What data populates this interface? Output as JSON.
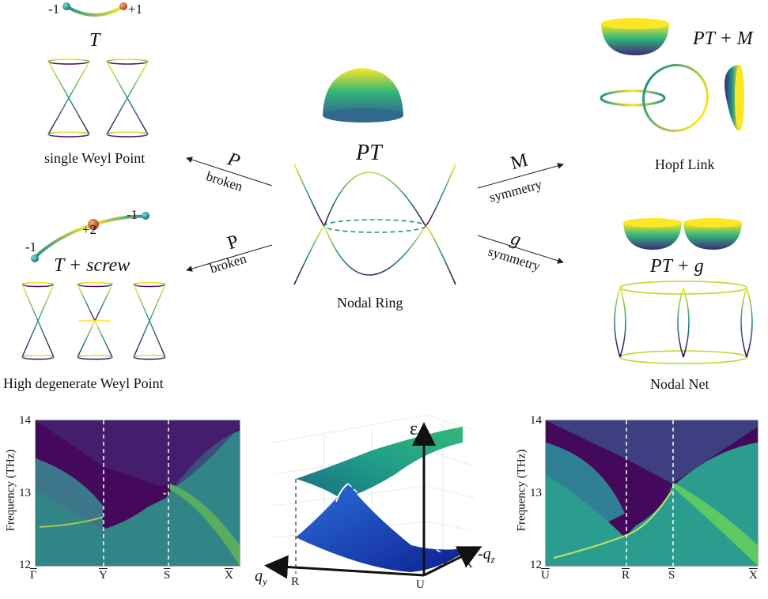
{
  "top": {
    "center": {
      "title": "PT",
      "caption": "Nodal Ring"
    },
    "left_top": {
      "symbol": "T",
      "caption": "single Weyl Point",
      "charge_left": "-1",
      "charge_right": "+1"
    },
    "left_bottom": {
      "symbol": "T + screw",
      "caption": "High degenerate Weyl Point",
      "charge_left": "-1",
      "charge_mid": "+2",
      "charge_right": "-1"
    },
    "right_top": {
      "symbol": "PT + M",
      "caption": "Hopf Link"
    },
    "right_bottom": {
      "symbol": "PT + g",
      "caption": "Nodal Net"
    },
    "arrows": {
      "upper_left": {
        "top": "P",
        "bottom": "broken"
      },
      "lower_left": {
        "top": "P",
        "bottom": "broken"
      },
      "upper_right": {
        "top": "M",
        "bottom": "symmetry"
      },
      "lower_right": {
        "top": "g",
        "bottom": "symmetry"
      }
    }
  },
  "bottom": {
    "left_plot": {
      "ylabel": "Frequency (THz)",
      "yticks": [
        "14",
        "13",
        "12"
      ],
      "xticks": [
        "Γ",
        "Y",
        "S",
        "X"
      ]
    },
    "middle_plot": {
      "axis_e": "ε",
      "axis_qy": "q",
      "axis_qy_sub": "y",
      "axis_qz": "-q",
      "axis_qz_sub": "z",
      "points": [
        "R",
        "U",
        "X"
      ]
    },
    "right_plot": {
      "ylabel": "Frequency (THz)",
      "yticks": [
        "14",
        "13",
        "12"
      ],
      "xticks": [
        "U",
        "R",
        "S",
        "X"
      ]
    }
  },
  "colors": {
    "viridis_dark": "#3b0f70",
    "viridis_mid": "#21918c",
    "viridis_light": "#fde725",
    "plot_bg": "#440a55",
    "orange_ball": "#c8501a",
    "teal_ball": "#1f9e96"
  }
}
